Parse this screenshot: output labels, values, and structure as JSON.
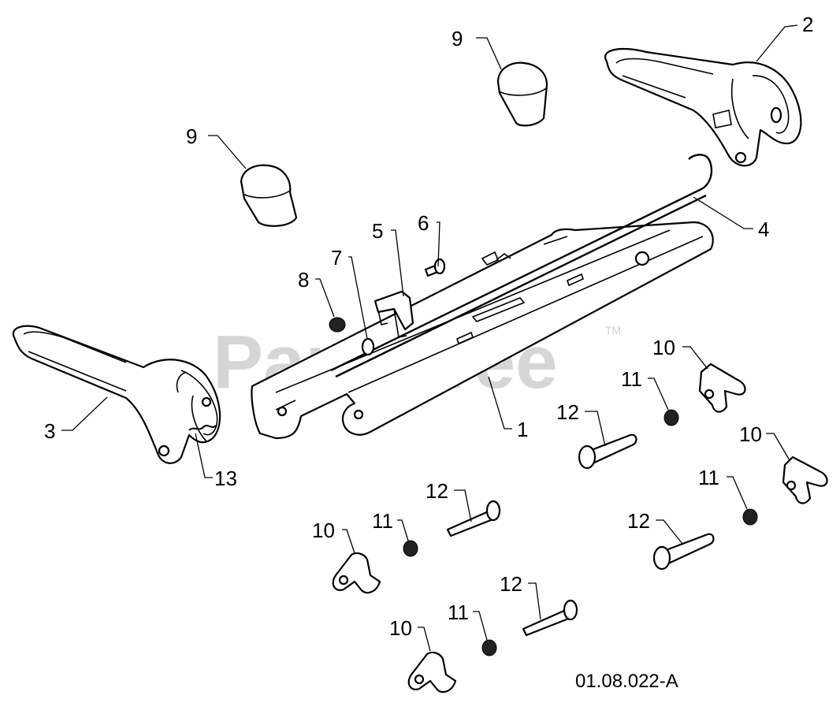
{
  "watermark": {
    "text": "PartsTree",
    "tm": "TM"
  },
  "diagram_code": "01.08.022-A",
  "callouts": {
    "c1": "1",
    "c2": "2",
    "c3": "3",
    "c4": "4",
    "c5": "5",
    "c6": "6",
    "c7": "7",
    "c8": "8",
    "c9a": "9",
    "c9b": "9",
    "c13": "13",
    "c10a": "10",
    "c10b": "10",
    "c10c": "10",
    "c10d": "10",
    "c11a": "11",
    "c11b": "11",
    "c11c": "11",
    "c11d": "11",
    "c12a": "12",
    "c12b": "12",
    "c12c": "12",
    "c12d": "12"
  }
}
